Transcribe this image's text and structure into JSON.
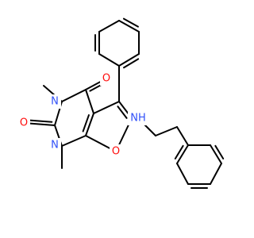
{
  "colors": {
    "background": "#ffffff",
    "bond": "#000000",
    "oxygen": "#ff0d0d",
    "nitrogen": "#3050f8",
    "carbon_label": "#000000"
  },
  "labels": {
    "o_carbonyl_top": "O",
    "o_carbonyl_left": "O",
    "o_furan": "O",
    "n3": "N",
    "n1": "N",
    "nh": "NH",
    "me3_hidden": "",
    "me1_hidden": ""
  }
}
